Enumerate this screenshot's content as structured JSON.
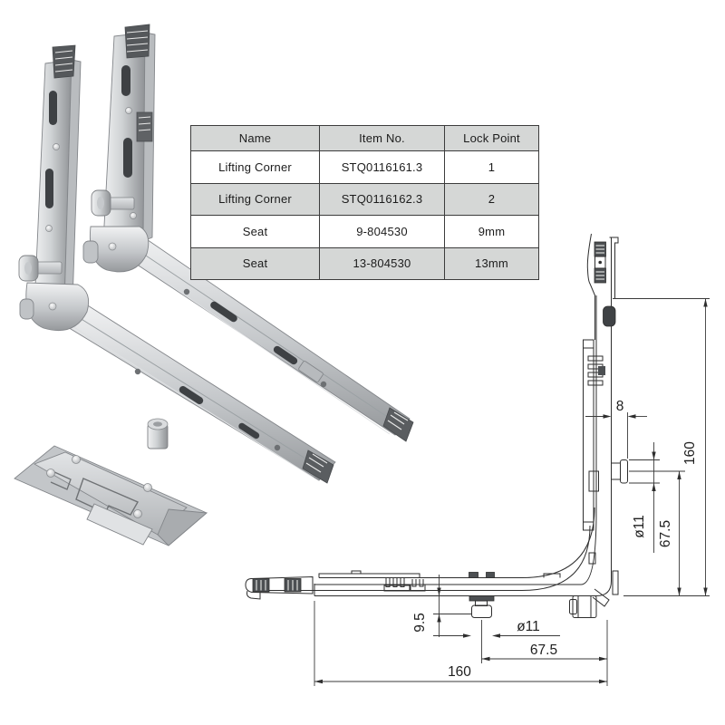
{
  "table": {
    "headers": [
      "Name",
      "Item No.",
      "Lock Point"
    ],
    "rows": [
      [
        "Lifting Corner",
        "STQ0116161.3",
        "1"
      ],
      [
        "Lifting Corner",
        "STQ0116162.3",
        "2"
      ],
      [
        "Seat",
        "9-804530",
        "9mm"
      ],
      [
        "Seat",
        "13-804530",
        "13mm"
      ]
    ]
  },
  "drawing": {
    "dims": {
      "right_length": "160",
      "right_offset": "67.5",
      "right_pin_dia": "ø11",
      "pin_protrusion": "8",
      "bottom_pin_height": "9.5",
      "bottom_pin_dia": "ø11",
      "bottom_offset": "67.5",
      "bottom_length": "160"
    }
  },
  "photo": {
    "items": [
      "lifting-corner-two-point",
      "lifting-corner-one-point",
      "seat-plate"
    ]
  },
  "colors": {
    "table_header_gray": "#d5d7d6",
    "table_border": "#3c3c3c",
    "drawing_line": "#2e2e2e",
    "metal_light": "#ececee",
    "metal_dark": "#8f9295",
    "background": "#ffffff"
  }
}
